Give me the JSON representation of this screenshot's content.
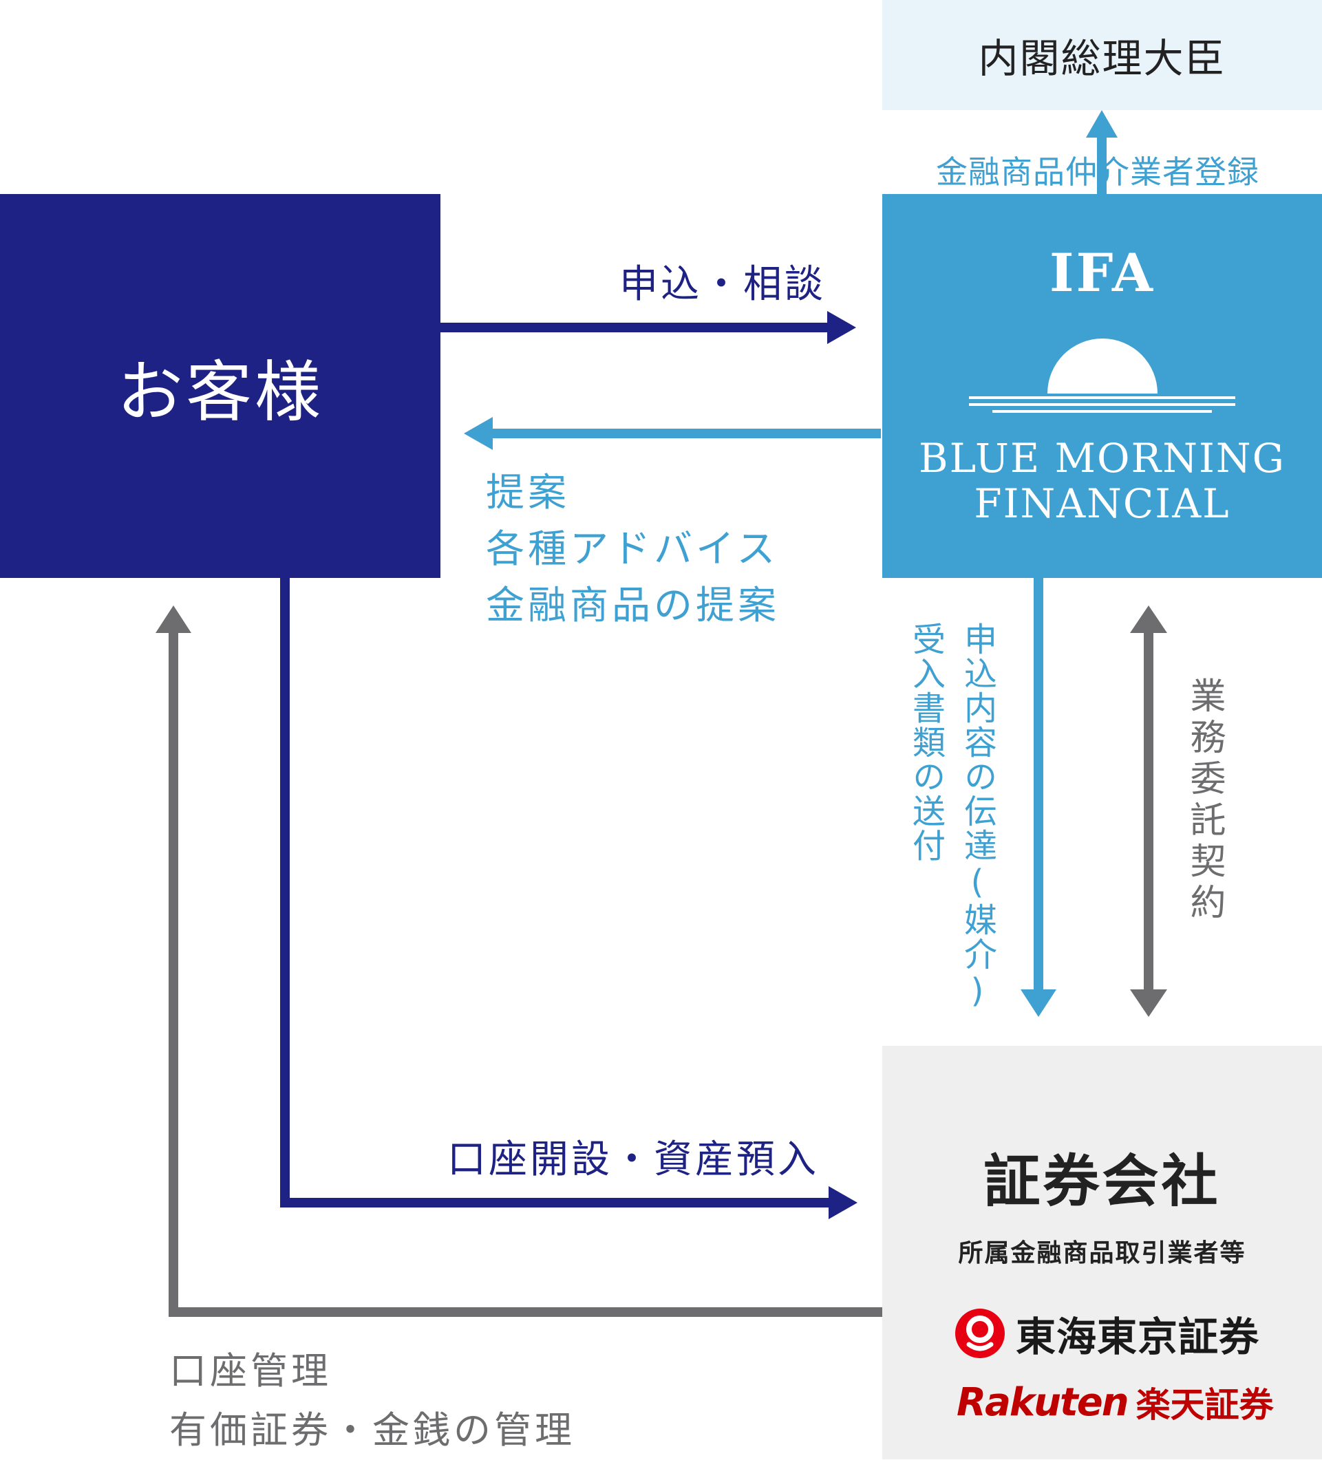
{
  "colors": {
    "navy": "#1e2284",
    "blue": "#3fa0d2",
    "gray": "#6d6d6f",
    "pale_blue": "#e9f3fa",
    "light_gray": "#efefef"
  },
  "nodes": {
    "minister": "内閣総理大臣",
    "customer": "お客様",
    "ifa": {
      "title": "IFA",
      "logo_line1": "BLUE MORNING",
      "logo_line2": "FINANCIAL"
    },
    "securities": {
      "title": "証券会社",
      "subtitle": "所属金融商品取引業者等",
      "brand1": "東海東京証券",
      "brand2_latin": "Rakuten",
      "brand2_jp": "楽天証券"
    }
  },
  "edges": {
    "registration": "金融商品仲介業者登録",
    "apply_consult": "申込・相談",
    "proposal": [
      "提案",
      "各種アドバイス",
      "金融商品の提案"
    ],
    "transmit_col1": "申込内容の伝達(媒介)",
    "transmit_col2": "受入書類の送付",
    "outsourcing": "業務委託契約",
    "account_open": "口座開設・資産預入",
    "account_mgmt": [
      "口座管理",
      "有価証券・金銭の管理"
    ]
  }
}
